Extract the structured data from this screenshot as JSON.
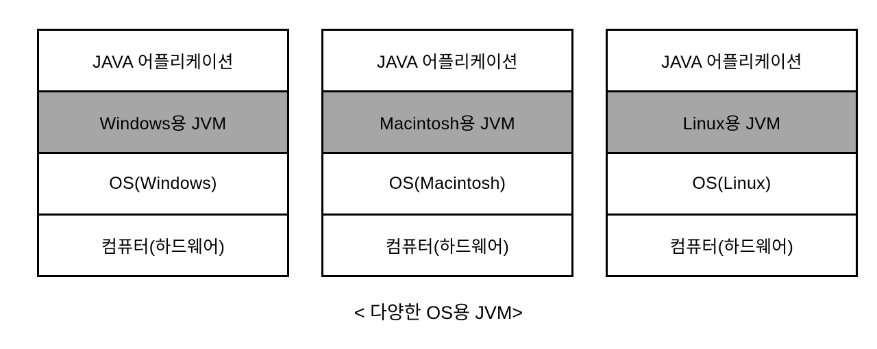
{
  "caption": "< 다양한 OS용 JVM>",
  "colors": {
    "jvm_fill": "#a6a6a6",
    "border": "#000000",
    "box_fill": "#ffffff",
    "text": "#000000",
    "page_bg": "#ffffff"
  },
  "stacks": [
    {
      "name": "windows-stack",
      "layers": [
        {
          "type": "application",
          "label": "JAVA 어플리케이션"
        },
        {
          "type": "jvm",
          "label": "Windows용 JVM"
        },
        {
          "type": "os",
          "label": "OS(Windows)"
        },
        {
          "type": "hardware",
          "label": "컴퓨터(하드웨어)"
        }
      ]
    },
    {
      "name": "macintosh-stack",
      "layers": [
        {
          "type": "application",
          "label": "JAVA 어플리케이션"
        },
        {
          "type": "jvm",
          "label": "Macintosh용 JVM"
        },
        {
          "type": "os",
          "label": "OS(Macintosh)"
        },
        {
          "type": "hardware",
          "label": "컴퓨터(하드웨어)"
        }
      ]
    },
    {
      "name": "linux-stack",
      "layers": [
        {
          "type": "application",
          "label": "JAVA 어플리케이션"
        },
        {
          "type": "jvm",
          "label": "Linux용 JVM"
        },
        {
          "type": "os",
          "label": "OS(Linux)"
        },
        {
          "type": "hardware",
          "label": "컴퓨터(하드웨어)"
        }
      ]
    }
  ]
}
